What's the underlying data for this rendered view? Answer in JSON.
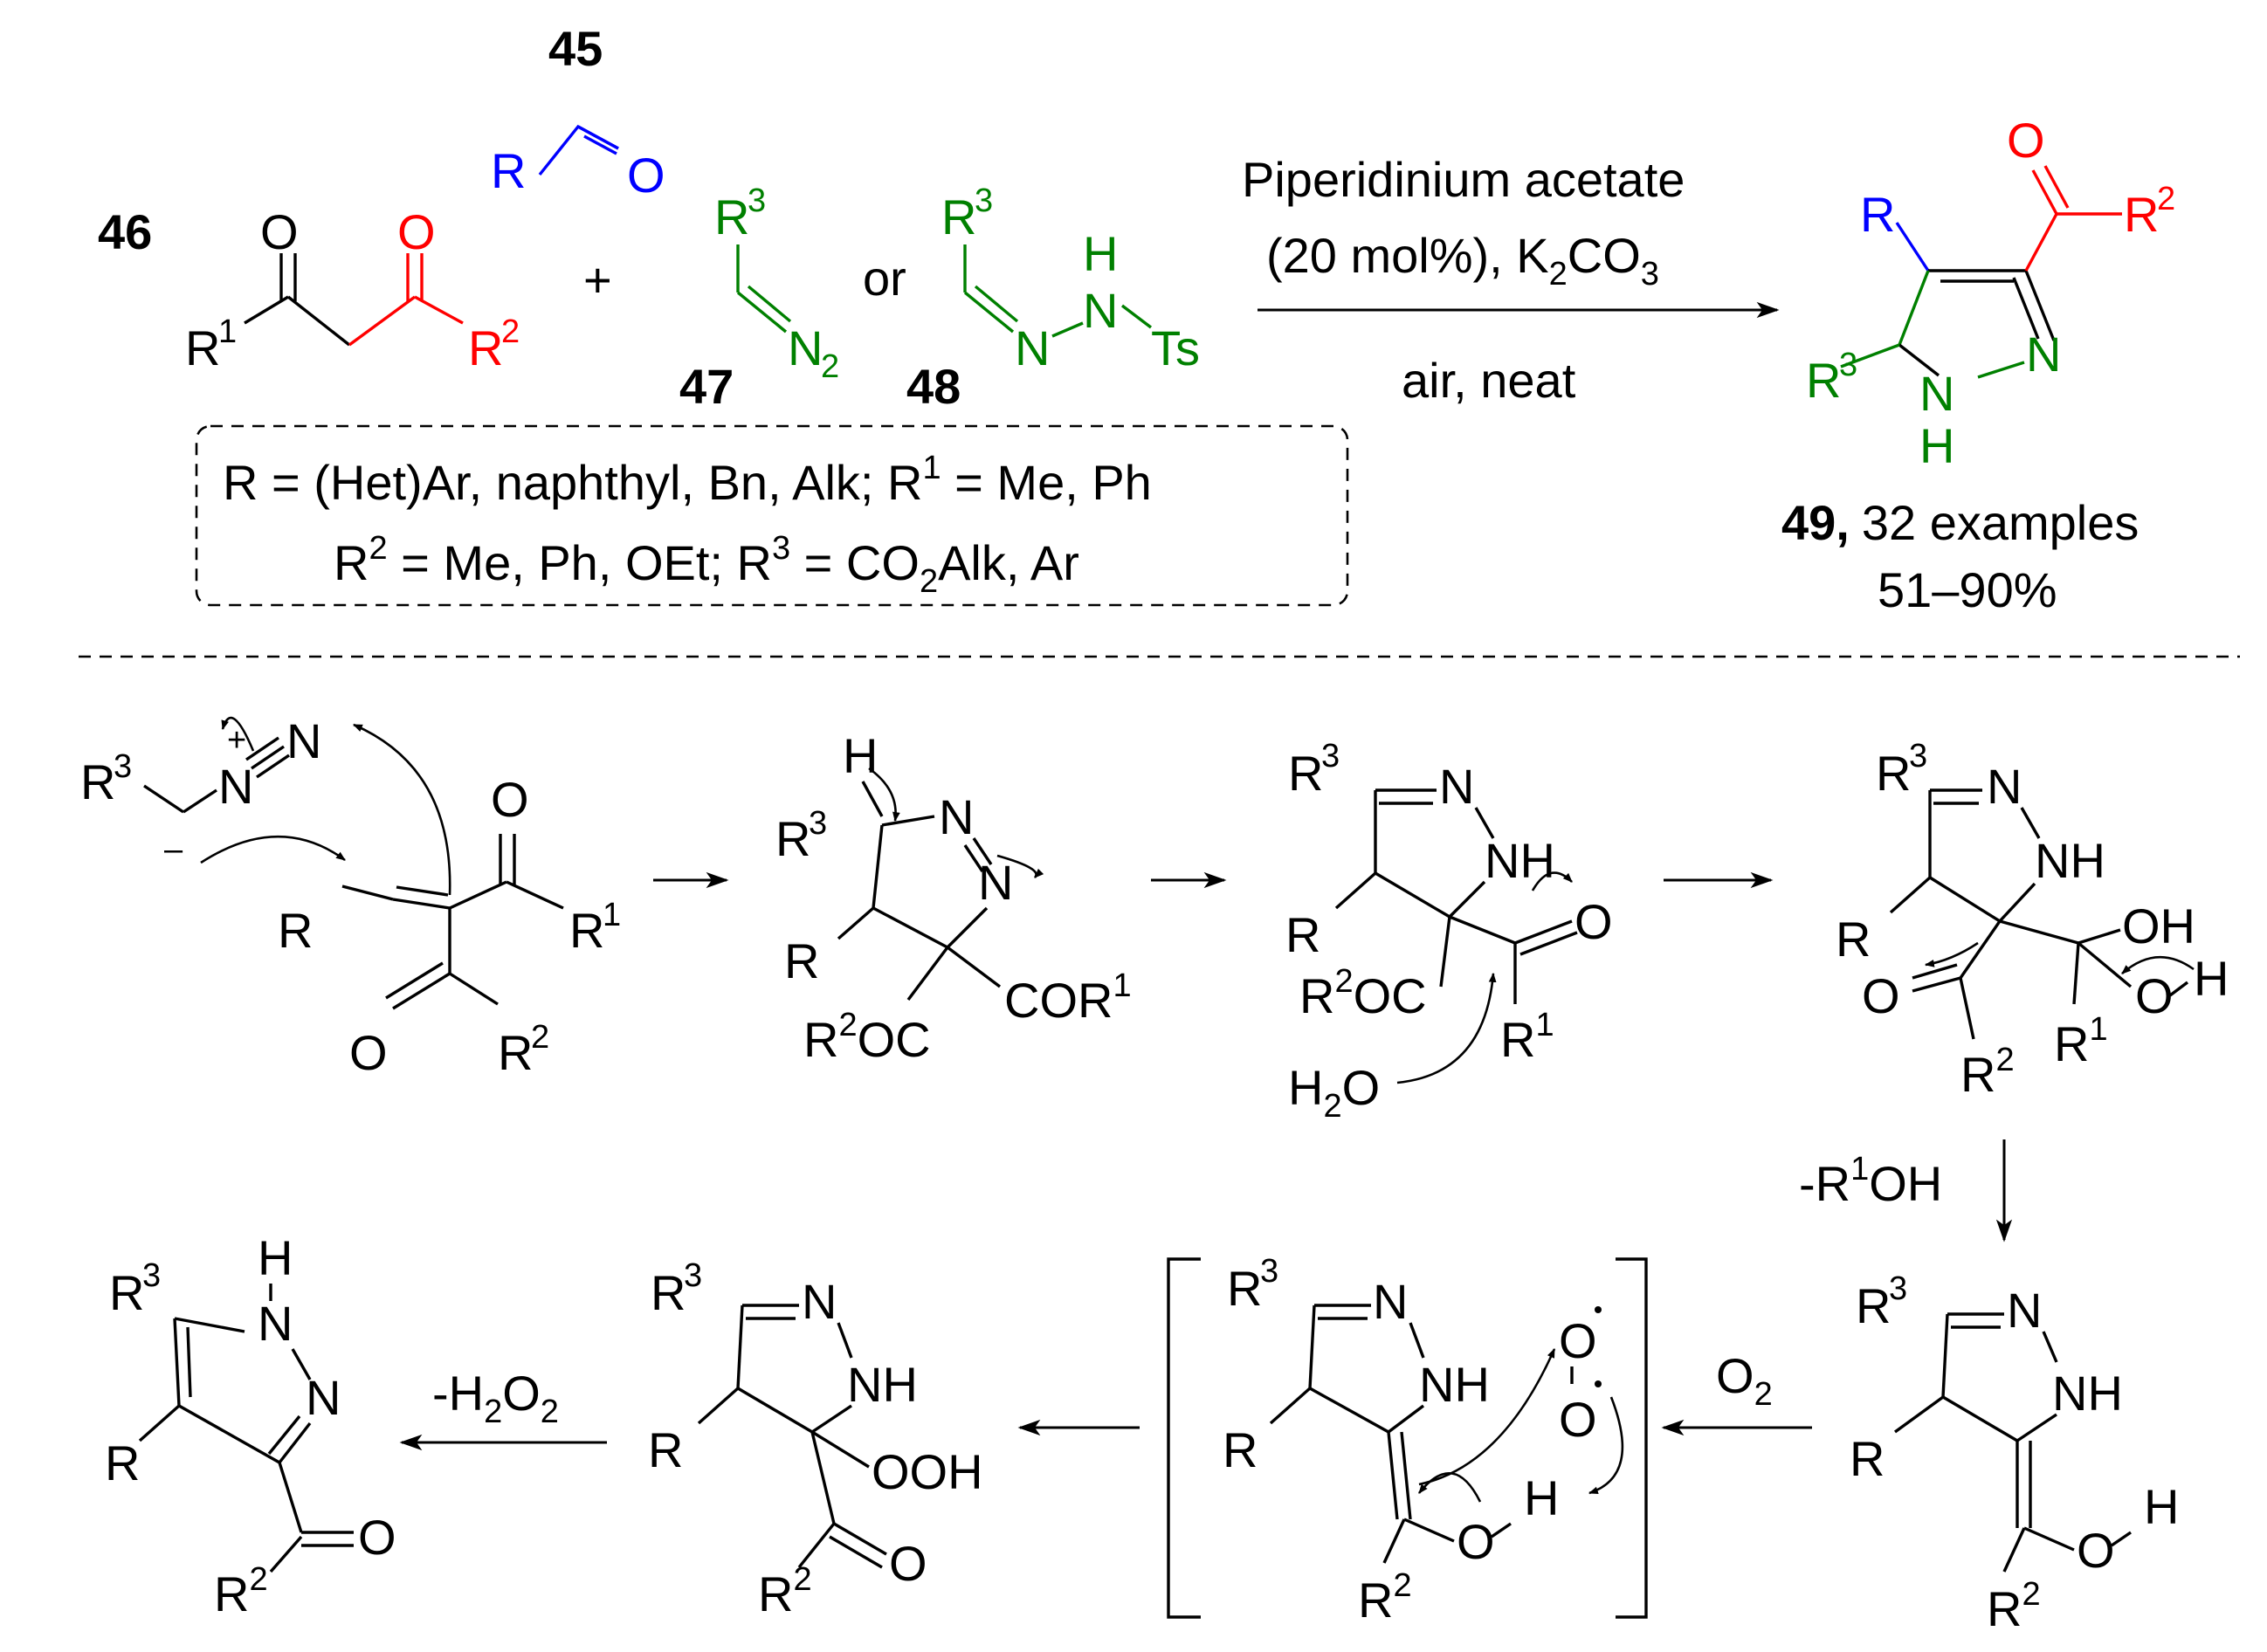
{
  "colors": {
    "reacting_carbonyl": "#ff0000",
    "aldehyde": "#0000ff",
    "diazo": "#008000",
    "default": "#000000"
  },
  "labels": {
    "c45": "45",
    "c46": "46",
    "c47": "47",
    "c48": "48",
    "c49": "49,",
    "plus": "+",
    "or": "or",
    "reagent_line1": "Piperidinium acetate",
    "reagent_line2_a": "(20 mol%), K",
    "reagent_line2_sub": "2",
    "reagent_line2_b": "CO",
    "reagent_line2_sub2": "3",
    "conditions": "air, neat",
    "examples": "32 examples",
    "yield": "51–90%",
    "legend_line1_a": "R = (Het)Ar, naphthyl, Bn, Alk; R",
    "legend_line1_sup": "1",
    "legend_line1_b": " = Me, Ph",
    "legend_line2_a": "R",
    "legend_line2_sup": "2",
    "legend_line2_b": " = Me, Ph, OEt; R",
    "legend_line2_sup2": "3",
    "legend_line2_c": " = CO",
    "legend_line2_sub": "2",
    "legend_line2_d": "Alk, Ar",
    "loss_r1oh_a": "-R",
    "loss_r1oh_sup": "1",
    "loss_r1oh_b": "OH",
    "oxygen_a": "O",
    "oxygen_sub": "2",
    "loss_h2o2_a": "-H",
    "loss_h2o2_sub": "2",
    "loss_h2o2_b": "O",
    "loss_h2o2_sub2": "2",
    "water_a": "H",
    "water_sub": "2",
    "water_b": "O"
  },
  "atoms": {
    "O": "O",
    "R": "R",
    "N": "N",
    "H": "H",
    "NH": "NH",
    "Ts": "Ts",
    "OH": "OH",
    "OOH": "OOH",
    "COR": "COR",
    "OC": "OC",
    "R1": "1",
    "R2": "2",
    "R3": "3",
    "N2sub": "2",
    "plus": "+",
    "minus": "–"
  }
}
